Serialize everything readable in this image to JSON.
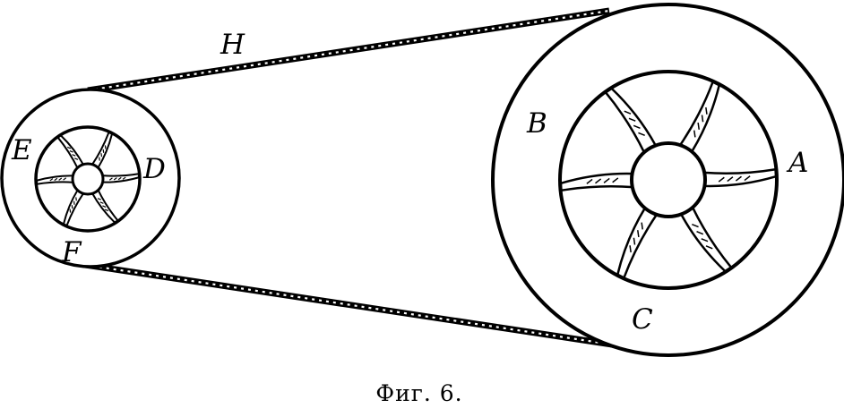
{
  "figure": {
    "labels": {
      "A": "A",
      "B": "B",
      "C": "C",
      "D": "D",
      "E": "E",
      "F": "F",
      "H": "H"
    },
    "caption": "Фиг. 6."
  }
}
